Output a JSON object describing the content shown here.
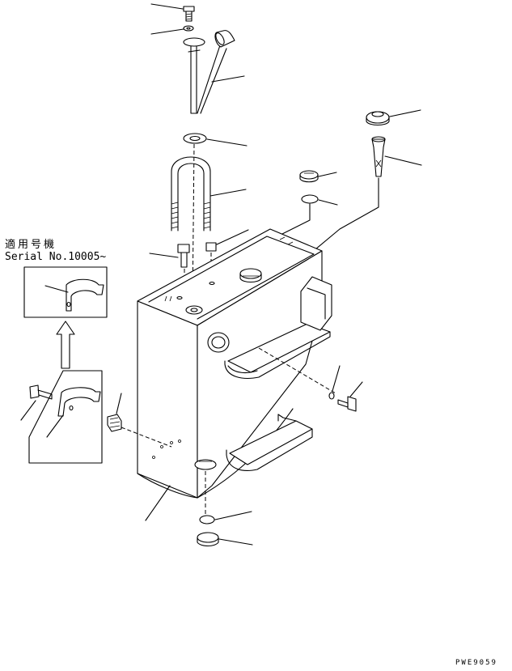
{
  "annotations": {
    "applicable_serial_jp": "適用号機",
    "serial_range": "Serial No.10005~",
    "drawing_code": "PWE9059"
  },
  "parts": [
    "top-bolt",
    "lock-washer",
    "fuel-level-sender",
    "gasket",
    "u-bolt",
    "tank-bolt",
    "nut",
    "filler-cap",
    "strainer",
    "fuel-tank",
    "tank-cap",
    "plug",
    "step",
    "drain-plug",
    "oring",
    "bracket",
    "side-bolt",
    "clip"
  ]
}
